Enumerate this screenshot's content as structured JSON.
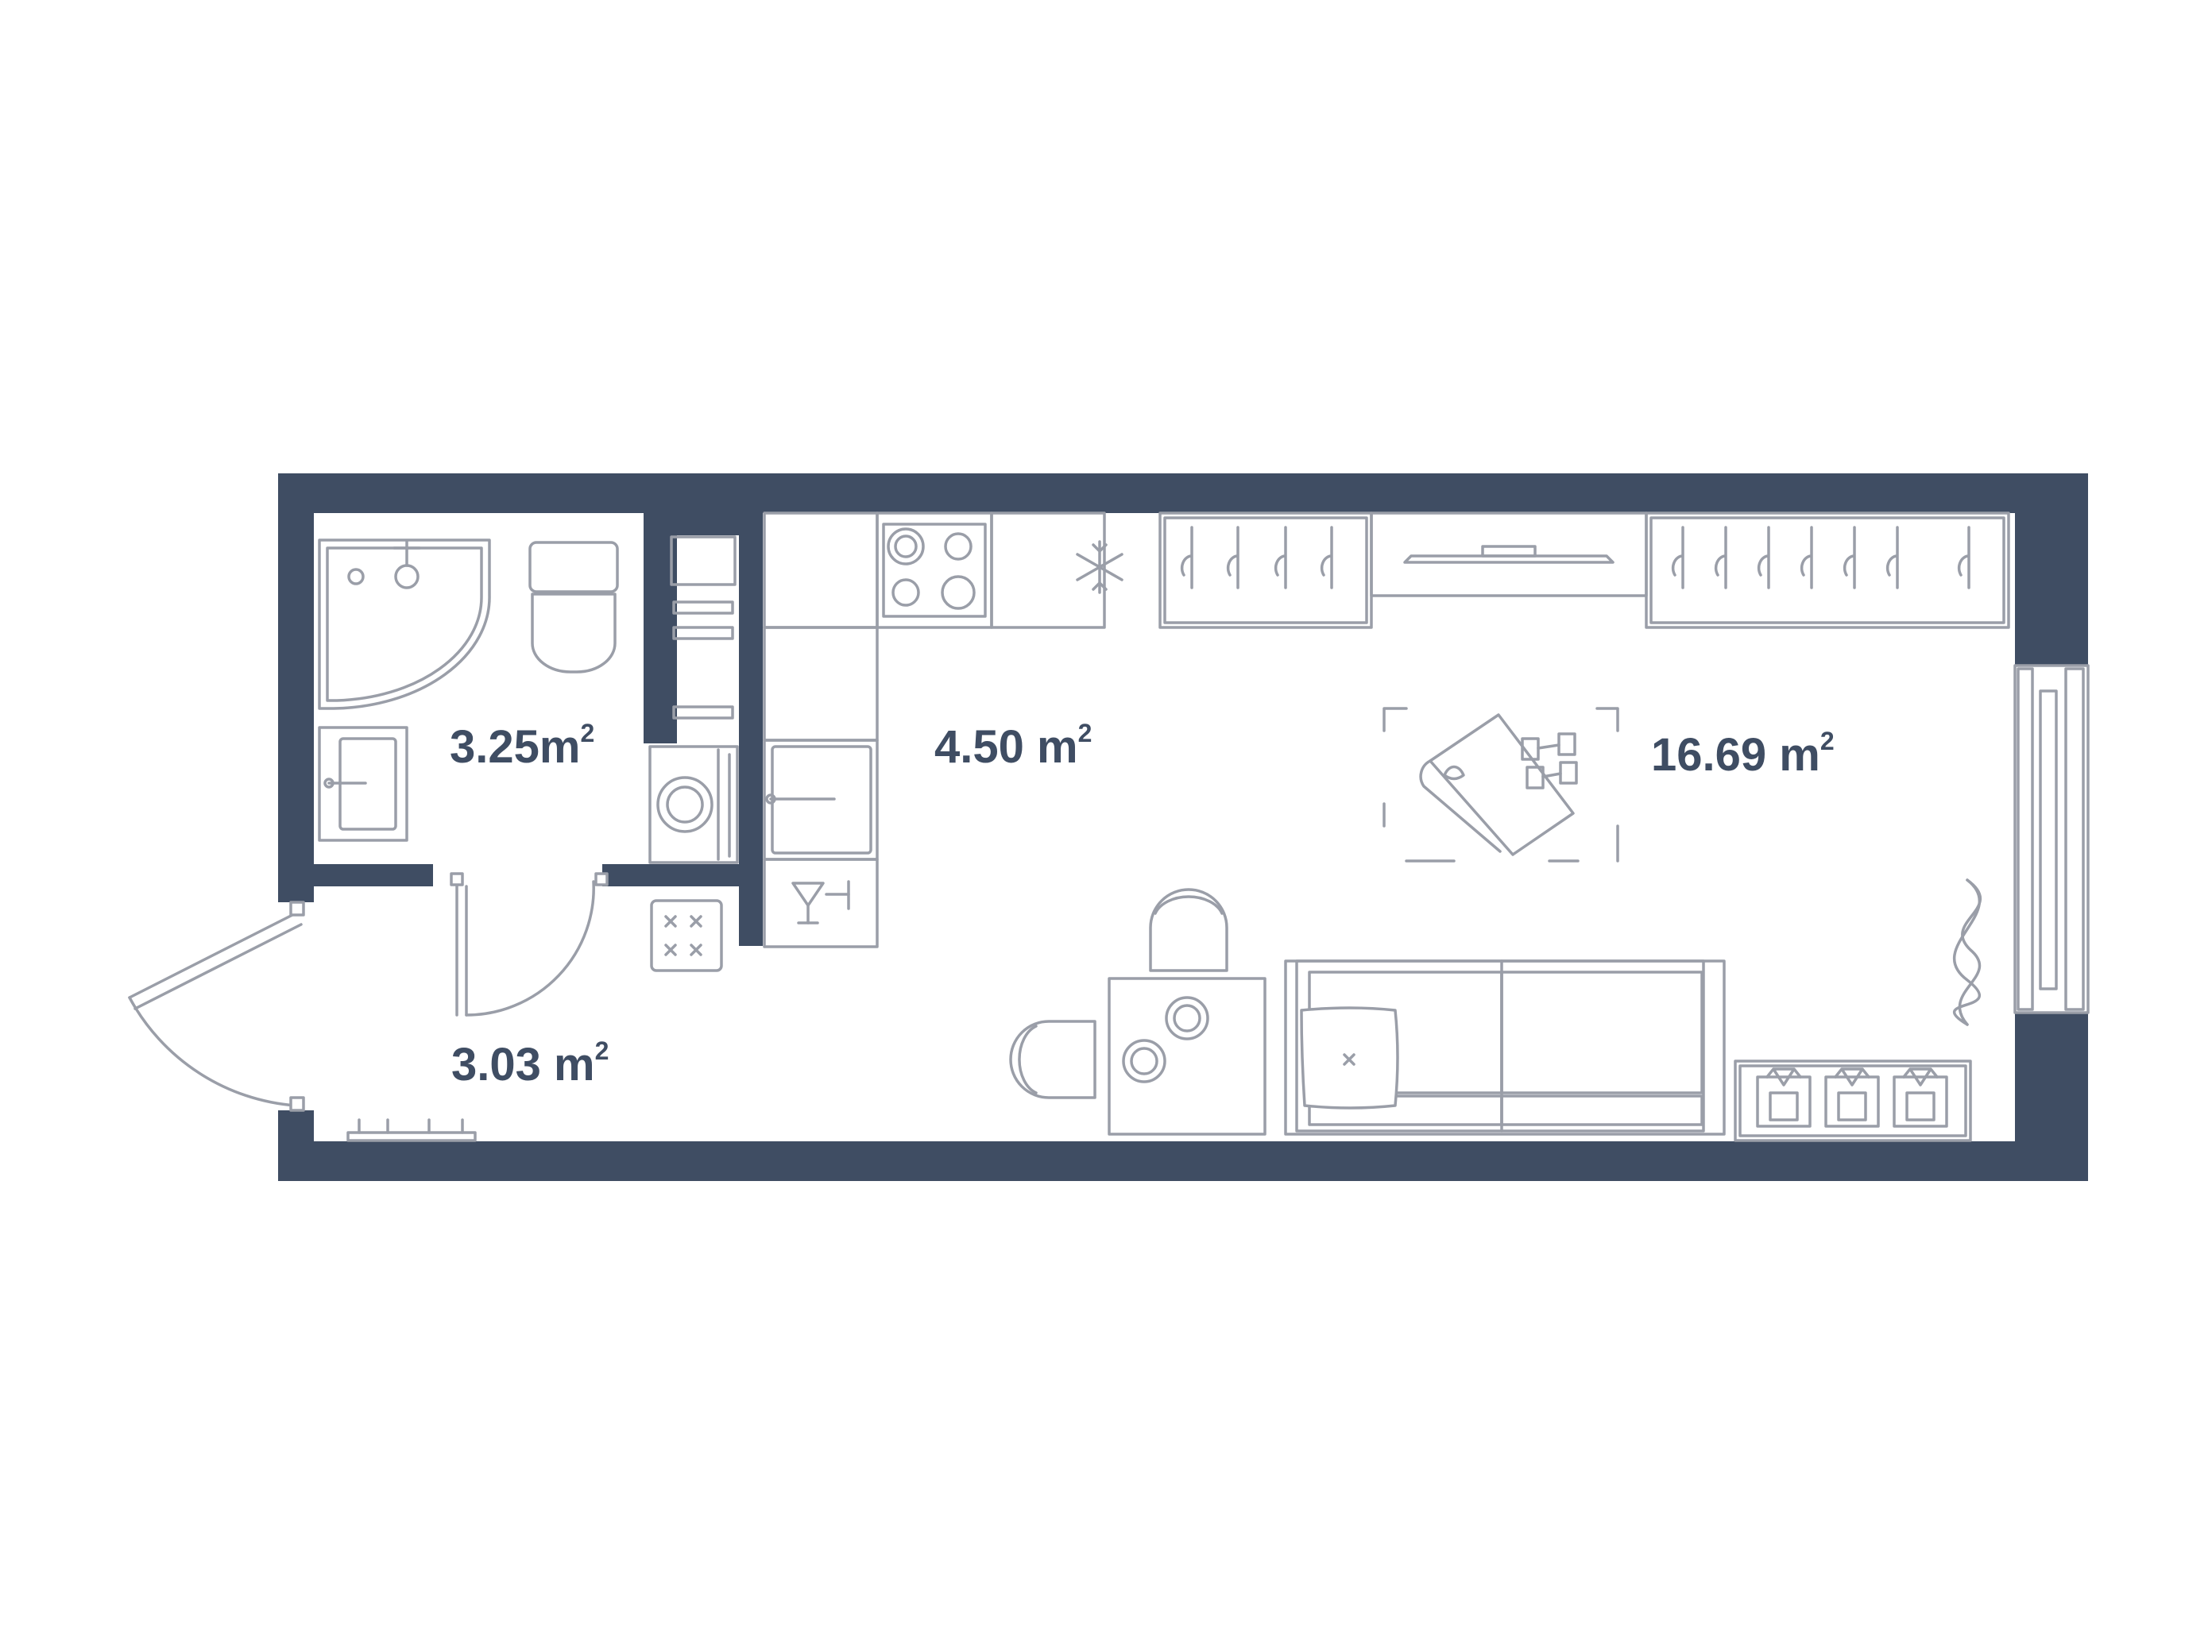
{
  "rooms": [
    {
      "id": "bathroom",
      "area_value": "3.25m",
      "area_exp": "2"
    },
    {
      "id": "kitchen",
      "area_value": "4.50 m",
      "area_exp": "2"
    },
    {
      "id": "living",
      "area_value": "16.69 m",
      "area_exp": "2"
    },
    {
      "id": "hallway",
      "area_value": "3.03 m",
      "area_exp": "2"
    }
  ],
  "colors": {
    "wall": "#3f4d63",
    "furniture_line": "#9a9ea8",
    "background": "#ffffff"
  },
  "icons": [
    "shower-icon",
    "toilet-icon",
    "washbasin-icon",
    "washing-machine-icon",
    "cooktop-icon",
    "freezer-icon",
    "kitchen-sink-icon",
    "cocktail-icon",
    "hanger-icon",
    "range-hood-icon",
    "yoga-mat-icon",
    "dumbbell-icon",
    "chair-icon",
    "table-icon",
    "sofa-icon",
    "pillow-icon",
    "folded-shirt-icon",
    "curtain-icon",
    "shoe-rack-icon",
    "electric-panel-icon"
  ]
}
